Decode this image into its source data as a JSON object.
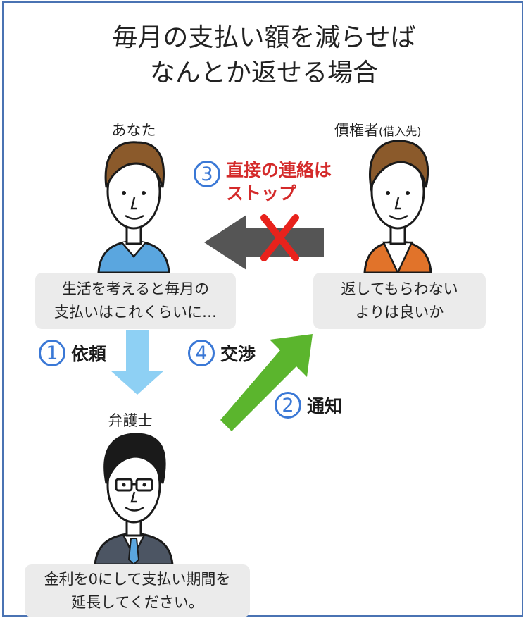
{
  "title": {
    "line1": "毎月の支払い額を減らせば",
    "line2": "なんとか返せる場合"
  },
  "you": {
    "label": "あなた",
    "speech": "生活を考えると毎月の\n支払いはこれくらいに…"
  },
  "creditor": {
    "label": "債権者",
    "label_sub": "(借入先)",
    "speech": "返してもらわない\nよりは良いか"
  },
  "lawyer": {
    "label": "弁護士",
    "speech": "金利を0にして支払い期間を\n延長してください。"
  },
  "steps": [
    {
      "num": "1",
      "label": "依頼"
    },
    {
      "num": "2",
      "label": "通知"
    },
    {
      "num": "3",
      "label": "直接の連絡は\nストップ"
    },
    {
      "num": "4",
      "label": "交渉"
    }
  ],
  "colors": {
    "frame": "#4a73b3",
    "step_blue": "#3a78d6",
    "step3_red": "#d42a2a",
    "arrow_light_blue": "#8ed0f4",
    "arrow_green": "#5bb52d",
    "arrow_gray": "#555555",
    "cross_red": "#e8221c",
    "hair_brown": "#8b5a2b",
    "shirt_blue": "#5aa6df",
    "shirt_orange": "#e1732a",
    "suit_gray": "#4c5563"
  }
}
